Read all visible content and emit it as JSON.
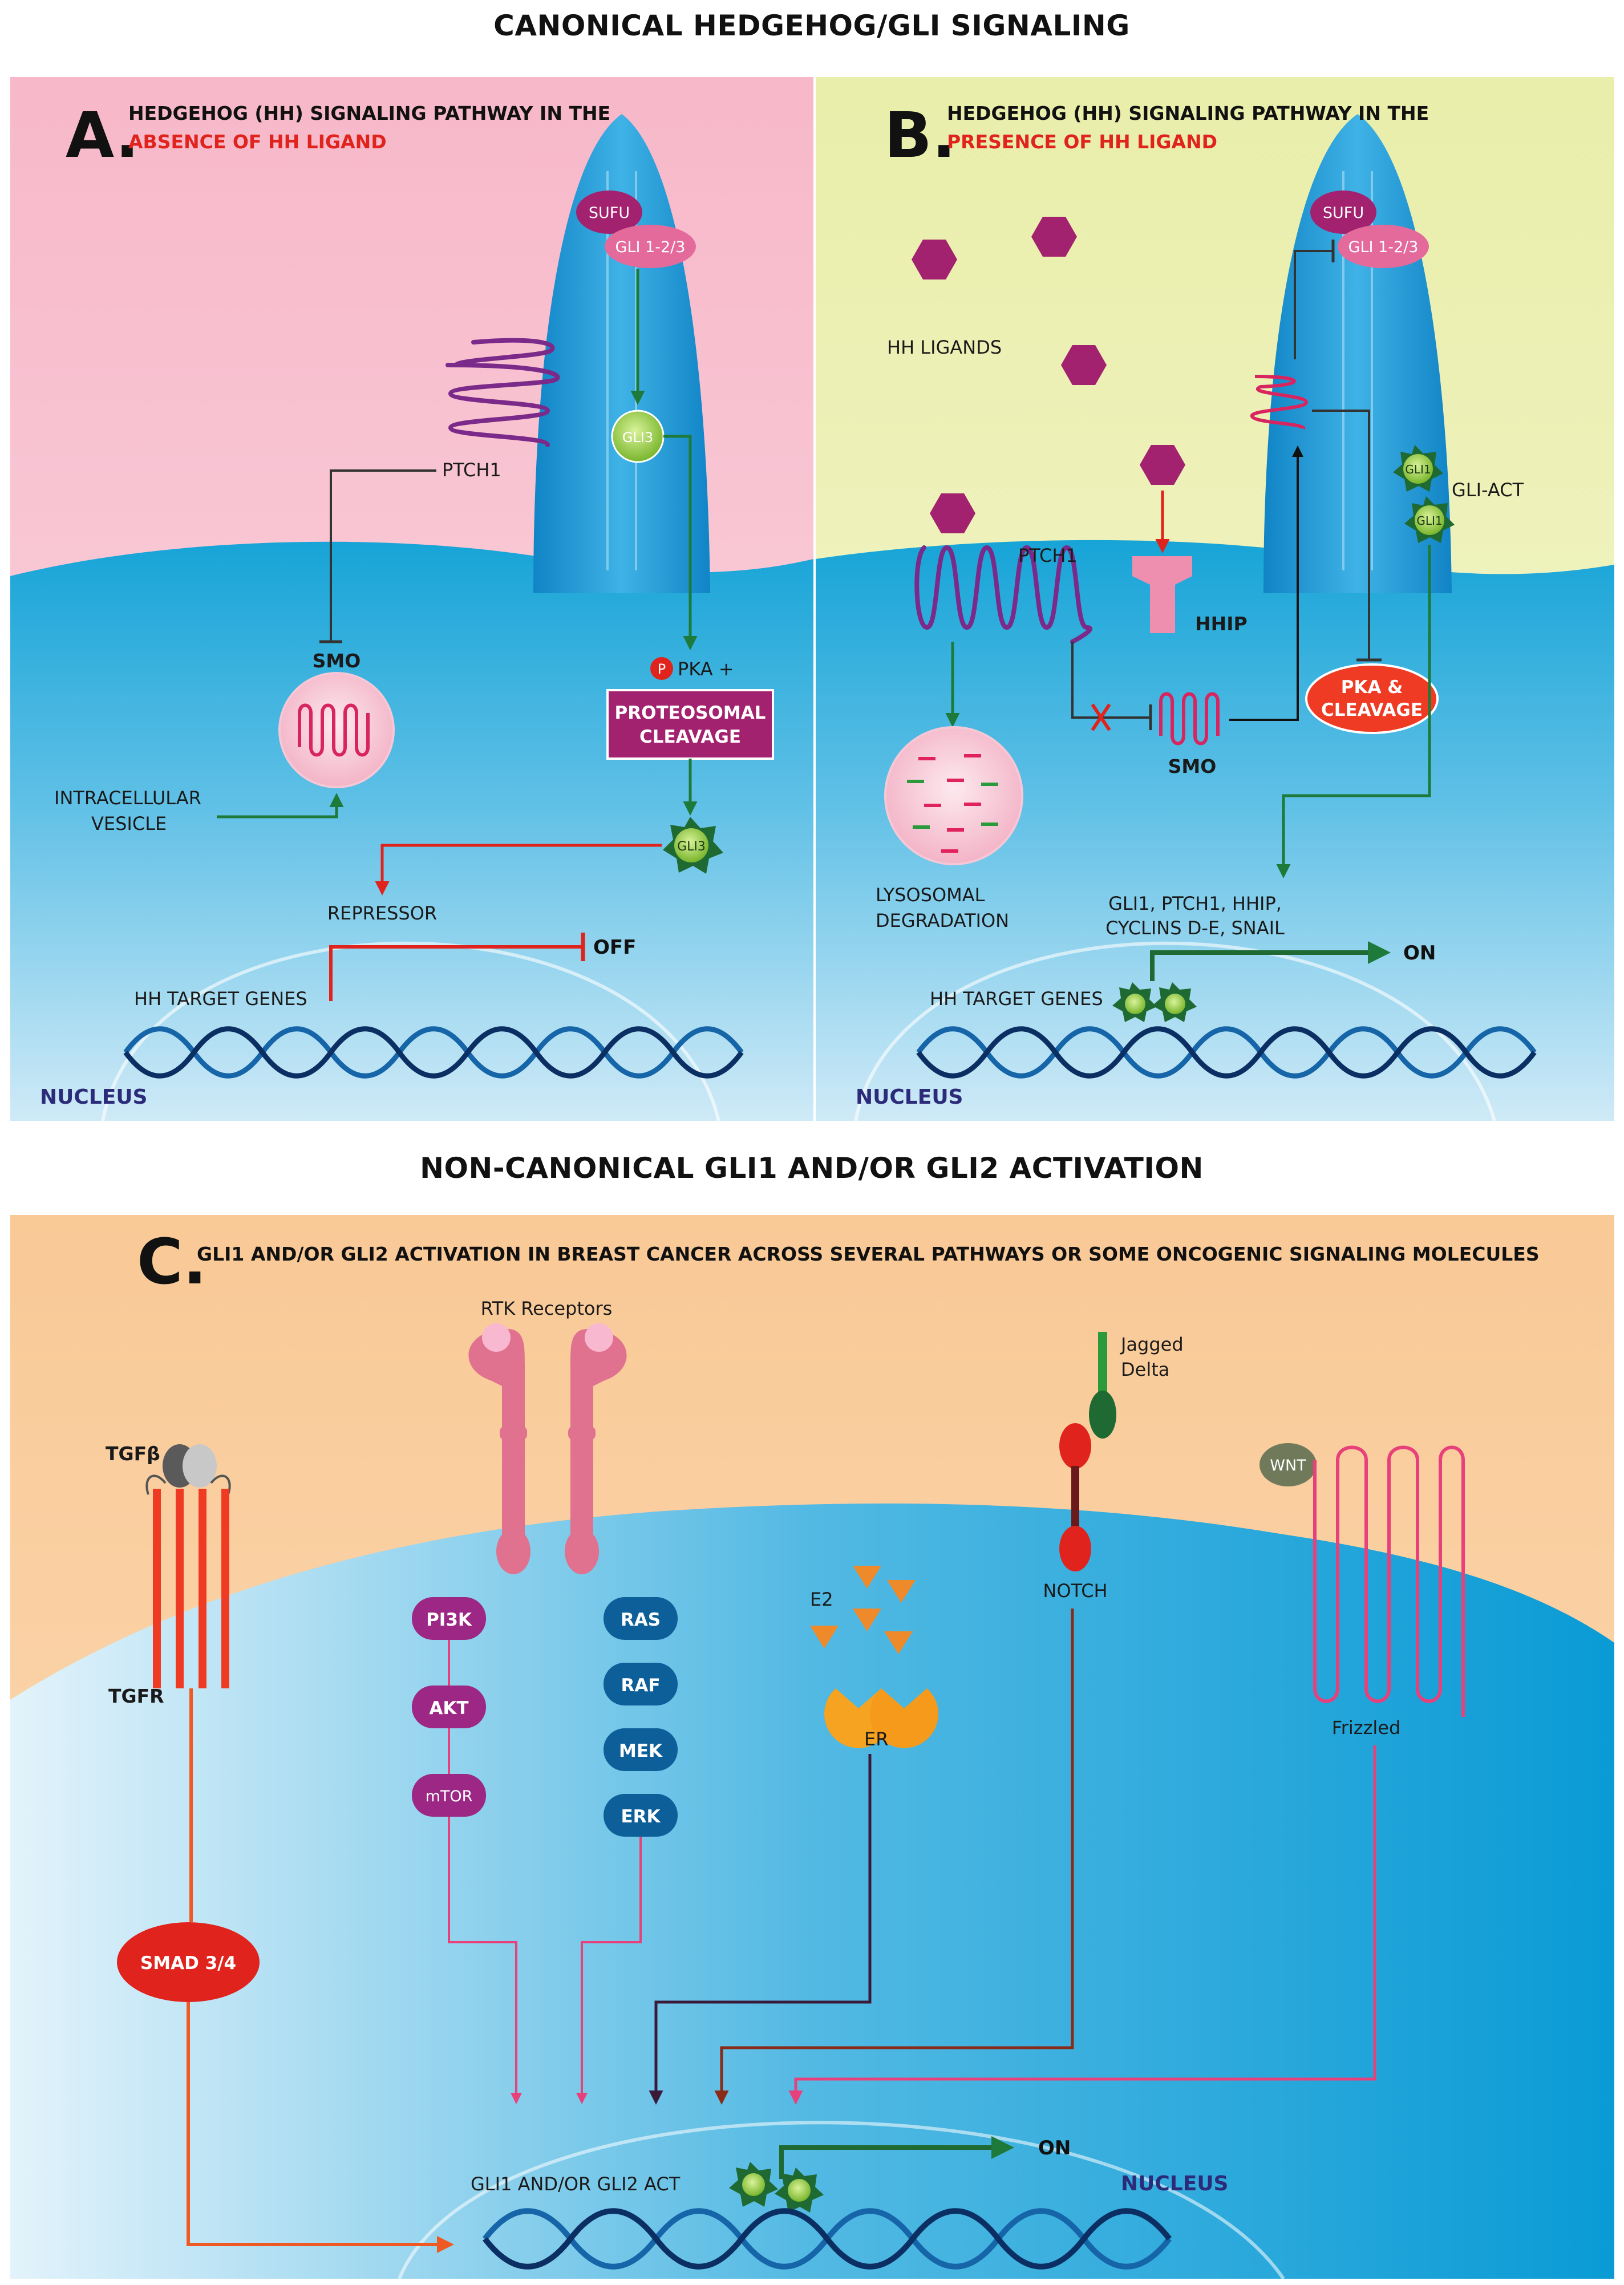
{
  "titles": {
    "canonical": "CANONICAL HEDGEHOG/GLI SIGNALING",
    "noncanonical": "NON-CANONICAL GLI1 AND/OR GLI2 ACTIVATION"
  },
  "panel_a": {
    "letter": "A.",
    "heading_line1": "HEDGEHOG (HH) SIGNALING PATHWAY IN THE",
    "heading_line2": "ABSENCE OF HH LIGAND",
    "sufu": "SUFU",
    "gli123": "GLI 1-2/3",
    "gli3_top": "GLI3",
    "ptch1": "PTCH1",
    "smo": "SMO",
    "p_badge": "P",
    "pka": "PKA +",
    "cleavage_line1": "PROTEOSOMAL",
    "cleavage_line2": "CLEAVAGE",
    "gli3_bottom": "GLI3",
    "vesicle_line1": "INTRACELLULAR",
    "vesicle_line2": "VESICLE",
    "repressor": "REPRESSOR",
    "off": "OFF",
    "target_genes": "HH TARGET GENES",
    "nucleus": "NUCLEUS"
  },
  "panel_b": {
    "letter": "B.",
    "heading_line1": "HEDGEHOG (HH) SIGNALING PATHWAY IN THE",
    "heading_line2": "PRESENCE OF HH LIGAND",
    "sufu": "SUFU",
    "gli123": "GLI 1-2/3",
    "hh_ligands": "HH LIGANDS",
    "ptch1": "PTCH1",
    "hhip": "HHIP",
    "smo": "SMO",
    "gli1_a": "GLI1",
    "gli1_b": "GLI1",
    "gli_act": "GLI-ACT",
    "pka_line1": "PKA &",
    "pka_line2": "CLEAVAGE",
    "lysosome_line1": "LYSOSOMAL",
    "lysosome_line2": "DEGRADATION",
    "genes_line1": "GLI1, PTCH1, HHIP,",
    "genes_line2": "CYCLINS D-E, SNAIL",
    "on": "ON",
    "target_genes": "HH TARGET GENES",
    "nucleus": "NUCLEUS"
  },
  "panel_c": {
    "letter": "C.",
    "heading": "GLI1 AND/OR GLI2 ACTIVATION IN BREAST CANCER ACROSS SEVERAL PATHWAYS OR  SOME ONCOGENIC SIGNALING MOLECULES",
    "rtk": "RTK Receptors",
    "tgfb": "TGFβ",
    "tgfr": "TGFR",
    "smad": "SMAD 3/4",
    "pi3k": "PI3K",
    "akt": "AKT",
    "mtor": "mTOR",
    "ras": "RAS",
    "raf": "RAF",
    "mek": "MEK",
    "erk": "ERK",
    "e2": "E2",
    "er": "ER",
    "jagged": "Jagged",
    "delta": "Delta",
    "notch": "NOTCH",
    "wnt": "WNT",
    "frizzled": "Frizzled",
    "on": "ON",
    "gli_act": "GLI1 AND/OR GLI2 ACT",
    "nucleus": "NUCLEUS"
  },
  "colors": {
    "panel_a_bg": "#f7b9cc",
    "panel_b_bg": "#eef2b6",
    "panel_c_bg": "#f8c99a",
    "cytoplasm": "#1aa3d6",
    "cilium": "#1b8fcf",
    "magenta": "#a3226f",
    "green_arrow": "#1e7a3a",
    "red_arrow": "#e0231c",
    "orange_red": "#ef3b24",
    "blue_kinase": "#0d5f9a",
    "purple_node": "#9c2784",
    "pink_receptor": "#e0718f"
  }
}
